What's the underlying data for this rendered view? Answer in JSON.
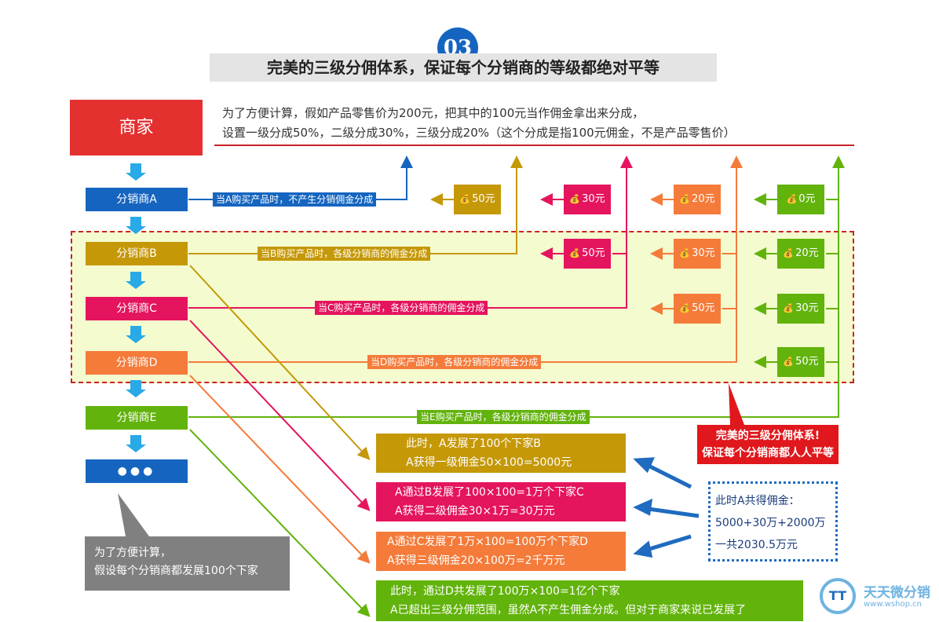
{
  "badge": "03",
  "title": "完美的三级分佣体系，保证每个分销商的等级都绝对平等",
  "merchant": "商家",
  "intro": {
    "line1": "为了方便计算，假如产品零售价为200元，把其中的100元当作佣金拿出来分成，",
    "line2": "设置一级分成50%，二级分成30%，三级分成20%（这个分成是指100元佣金，不是产品零售价）"
  },
  "distributors": [
    {
      "label": "分销商A",
      "color": "#1565c0"
    },
    {
      "label": "分销商B",
      "color": "#c59808"
    },
    {
      "label": "分销商C",
      "color": "#e5145e"
    },
    {
      "label": "分销商D",
      "color": "#f47b3a"
    },
    {
      "label": "分销商E",
      "color": "#62b30c"
    },
    {
      "label": "●●●",
      "color": "#1565c0"
    }
  ],
  "flows": {
    "a": "当A购买产品时，不产生分销佣金分成",
    "b": "当B购买产品时，各级分销商的佣金分成",
    "c": "当C购买产品时，各级分销商的佣金分成",
    "d": "当D购买产品时，各级分销商的佣金分成",
    "e": "当E购买产品时，各级分销商的佣金分成"
  },
  "coin_icon": "money-bag-icon",
  "coins": {
    "a50": "50元",
    "a30": "30元",
    "a20": "20元",
    "a0": "0元",
    "b50": "50元",
    "b30": "30元",
    "b20": "20元",
    "c50": "50元",
    "c30": "30元",
    "d50": "50元"
  },
  "results": [
    {
      "l1": "此时，A发展了100个下家B",
      "l2": "A获得一级佣金50×100=5000元",
      "color": "#c59808"
    },
    {
      "l1": "A通过B发展了100×100=1万个下家C",
      "l2": "A获得二级佣金30×1万=30万元",
      "color": "#e5145e"
    },
    {
      "l1": "A通过C发展了1万×100=100万个下家D",
      "l2": "A获得三级佣金20×100万=2千万元",
      "color": "#f47b3a"
    },
    {
      "l1": "此时，通过D共发展了100万×100=1亿个下家",
      "l2": "A已超出三级分佣范围，虽然A不产生佣金分成。但对于商家来说已发展了",
      "color": "#62b30c"
    }
  ],
  "note": {
    "l1": "为了方便计算，",
    "l2": "假设每个分销商都发展100个下家"
  },
  "total": {
    "l1": "此时A共得佣金：",
    "l2": "5000+30万+2000万",
    "l3": "一共2030.5万元"
  },
  "perfect": {
    "l1": "完美的三级分佣体系!",
    "l2": "保证每个分销商都人人平等"
  },
  "logo": {
    "mark": "TT",
    "name": "天天微分销",
    "url": "www.wshop.cn"
  }
}
